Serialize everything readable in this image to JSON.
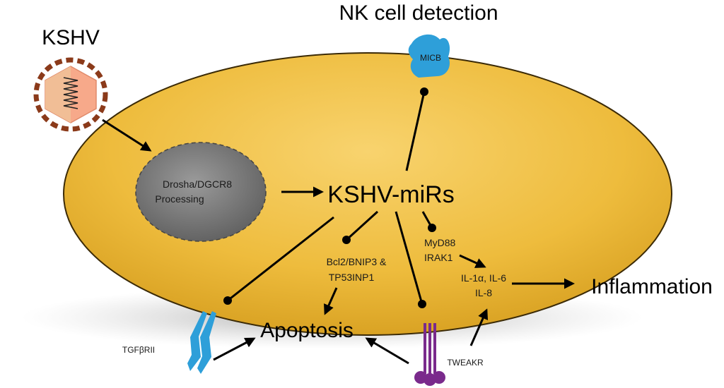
{
  "labels": {
    "nk_detection": "NK cell detection",
    "kshv": "KSHV",
    "micb": "MICB",
    "drosha_line1": "Drosha/DGCR8",
    "drosha_line2": "Processing",
    "kshv_mirs": "KSHV-miRs",
    "bcl2_line1": "Bcl2/BNIP3 &",
    "bcl2_line2": "TP53INP1",
    "myd88": "MyD88",
    "irak1": "IRAK1",
    "il_line1": "IL-1α, IL-6",
    "il_line2": "IL-8",
    "inflammation": "Inflammation",
    "apoptosis": "Apoptosis",
    "tgfbrii": "TGFβRII",
    "tweakr": "TWEAKR"
  },
  "colors": {
    "cell_fill_top": "#f6cc5e",
    "cell_fill_bottom": "#dca421",
    "cell_stroke": "#3b2a06",
    "nucleus": "#7d7d7d",
    "micb": "#2e9fd9",
    "tgfbrii": "#2e9fd9",
    "tweakr": "#7a2a8c",
    "virus_capsid": "#f7a98a",
    "virus_dots": "#8b3a1a"
  }
}
